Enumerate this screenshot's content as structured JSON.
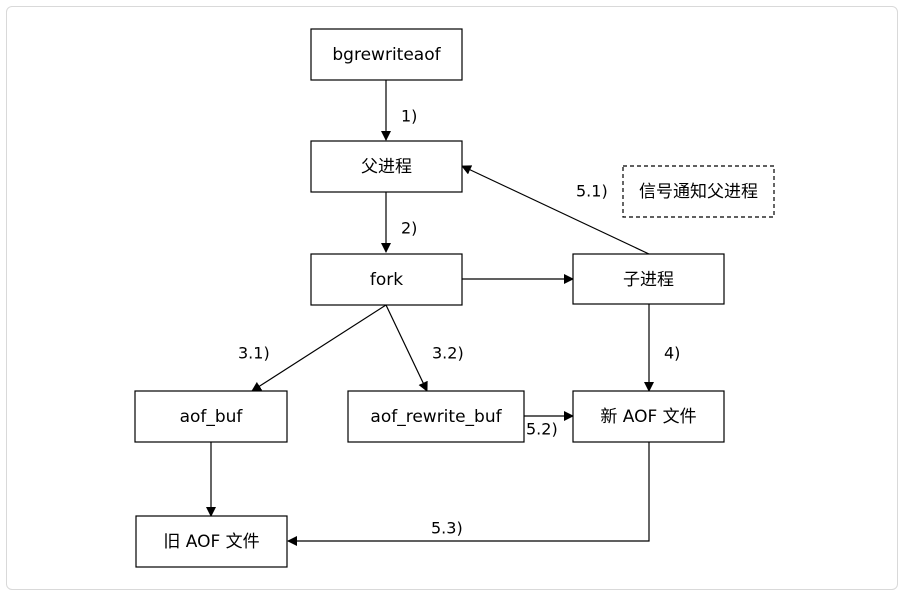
{
  "nodes": {
    "bgrewriteaof": "bgrewriteaof",
    "parent": "父进程",
    "fork": "fork",
    "child": "子进程",
    "aof_buf": "aof_buf",
    "aof_rewrite_buf": "aof_rewrite_buf",
    "new_aof": "新 AOF 文件",
    "old_aof": "旧 AOF 文件",
    "signal_note": "信号通知父进程"
  },
  "edges": {
    "e1": "1)",
    "e2": "2)",
    "e31": "3.1)",
    "e32": "3.2)",
    "e4": "4)",
    "e51": "5.1)",
    "e52": "5.2)",
    "e53": "5.3)"
  }
}
